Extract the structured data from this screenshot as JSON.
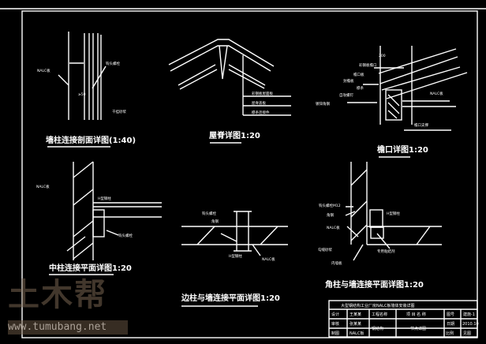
{
  "drawing": {
    "details": [
      {
        "title": "墙柱连接剖面详图(1:40)",
        "labels": [
          "NALC板",
          "钩头螺栓",
          "干挂砂浆",
          "≥50"
        ]
      },
      {
        "title": "屋脊详图1:20",
        "labels": [
          "彩钢板屋面板",
          "屋脊盖板",
          "檩条连接件"
        ]
      },
      {
        "title": "檐口详图1:20",
        "labels": [
          "200",
          "彩钢板檐口",
          "檐口板",
          "封檐板",
          "檩条",
          "自攻螺钉",
          "镀锌角钢",
          "NALC板",
          "檐口支撑"
        ]
      },
      {
        "title": "中柱连接平面详图1:20",
        "labels": [
          "NALC板",
          "H型钢柱",
          "钩头螺栓"
        ]
      },
      {
        "title": "边柱与墙连接平面详图1:20",
        "labels": [
          "钩头螺栓",
          "角钢",
          "H型钢柱",
          "NALC板"
        ]
      },
      {
        "title": "角柱与墙连接平面详图1:20",
        "labels": [
          "钩头螺栓M12",
          "角钢",
          "NALC板",
          "H型钢柱",
          "勾缝砂浆",
          "专用粘结剂",
          "内墙板"
        ]
      }
    ],
    "title_block": {
      "header": "大型钢结构工业厂房NALC板墙体安装详图",
      "cells": [
        "设计",
        "王某某",
        "工程名称",
        "项 目 名 称",
        "图号",
        "建施-1",
        "审核",
        "张某某",
        "钢结构",
        "节点详图",
        "日期",
        "2010.10",
        "制图",
        "NALC板",
        "比例",
        "见图"
      ]
    },
    "watermark": {
      "logo": "土木帮",
      "url": "www.tumubang.net"
    }
  }
}
